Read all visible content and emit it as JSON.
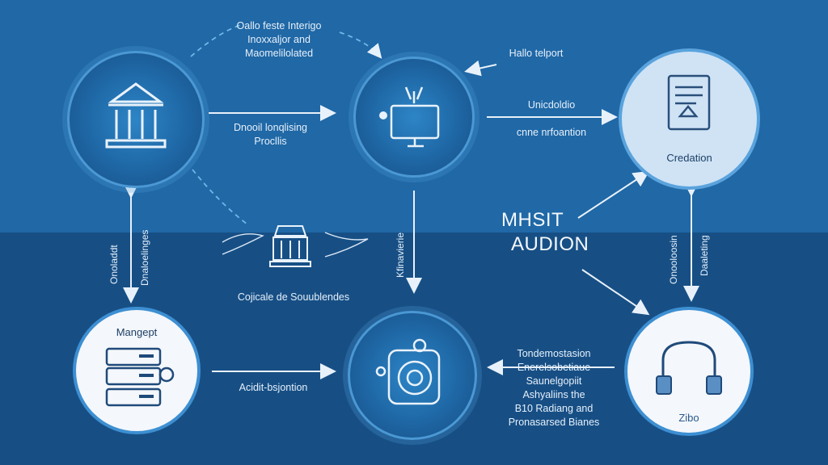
{
  "labels": {
    "top_center": [
      "Oallo feste Interigo",
      "Inoxxaljor and",
      "Maomelilolated"
    ],
    "top_right": "Hallo telport",
    "left_mid": [
      "Dnooil lonqlising",
      "Procllis"
    ],
    "right_mid_top": "Unicdoldio",
    "right_mid_bottom": "cnne nrfoantion",
    "center_bottom": "Cojicale de Souublendes",
    "bottom_left": "Acidit-bsjontion",
    "bottom_right": [
      "Tondemostasion",
      "Enerelsobetiaue",
      "Saunelgopiit",
      "Ashyaliins the",
      "B10 Radiang and",
      "Pronasarsed Bianes"
    ]
  },
  "vertical_labels": {
    "left_a": "Onoladdt",
    "left_b": "Dnaloelinges",
    "center": "Kfinavierie",
    "right_a": "Onooloosin",
    "right_b": "Daaleting"
  },
  "headline": [
    "MHSIT",
    "AUDION"
  ],
  "nodes": {
    "top_left": {
      "icon": "bank-icon"
    },
    "top_center": {
      "icon": "monitor-icon"
    },
    "top_right": {
      "icon": "document-icon",
      "label": "Credation"
    },
    "bottom_left": {
      "icon": "server-icon",
      "label": "Mangept"
    },
    "bottom_center": {
      "icon": "gear-machine-icon"
    },
    "bottom_right": {
      "icon": "headphones-icon",
      "label": "Zibo"
    },
    "center": {
      "icon": "temple-icon"
    }
  },
  "colors": {
    "accent": "#4a98d4",
    "text": "#e6f0fa",
    "bg_top": "#2068a6",
    "bg_bottom": "#174f85"
  }
}
